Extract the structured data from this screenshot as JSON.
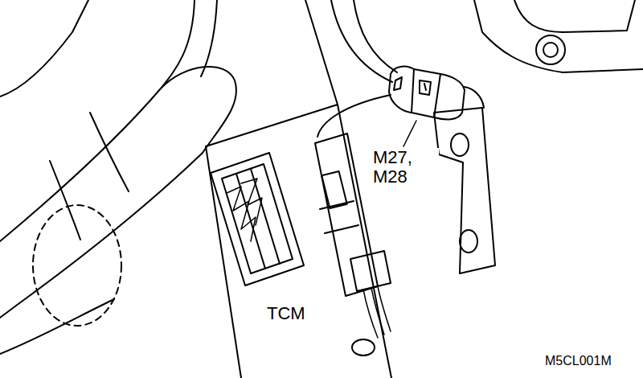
{
  "diagram": {
    "labels": [
      "M27, M28",
      "TCM",
      "M5CL001M"
    ]
  }
}
